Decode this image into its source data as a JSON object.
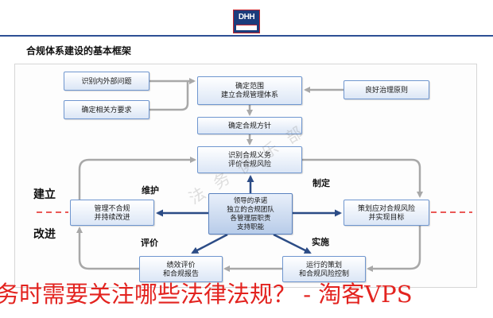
{
  "logo": {
    "text": "DHH"
  },
  "title": "合规体系建设的基本框架",
  "colors": {
    "header_rule": "#2d4f95",
    "box_border": "#6f96cf",
    "arrow_gray": "#a8a8a8",
    "arrow_dark": "#2c4c86",
    "overlay_red": "#e3231f"
  },
  "diagram": {
    "identify_issues": "识别内外部问题",
    "stakeholder_requirements": "确定相关方要求",
    "scope": {
      "line1": "确定范围",
      "line2": "建立合规管理体系"
    },
    "governance_principles": "良好治理原则",
    "policy": "确定合规方针",
    "obligations": {
      "line1": "识别合规义务",
      "line2": "评价合规风险"
    },
    "core": {
      "line1": "领导的承诺",
      "line2": "独立的合规团队",
      "line3": "各管理层职责",
      "line4": "支持职能"
    },
    "nonconformity": {
      "line1": "管理不合规",
      "line2": "并持续改进"
    },
    "planning": {
      "line1": "策划应对合规风险",
      "line2": "并实现目标"
    },
    "evaluation": {
      "line1": "绩效评价",
      "line2": "和合规报告"
    },
    "operation": {
      "line1": "运行的策划",
      "line2": "和合规风险控制"
    },
    "labels": {
      "establish": "建立",
      "improve": "改进",
      "maintain": "维护",
      "define": "制定",
      "evaluate": "评价",
      "implement": "实施"
    },
    "watermark": "法务俱乐部"
  },
  "overlay": {
    "text": "务时需要关注哪些法律法规？ - 淘客VPS"
  }
}
